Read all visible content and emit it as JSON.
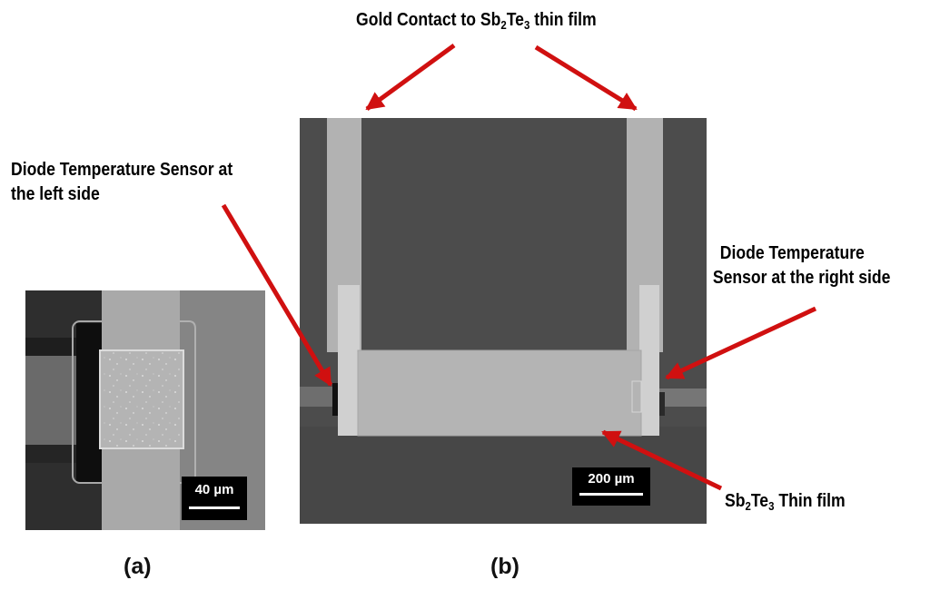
{
  "labels": {
    "gold_contact_prefix": "Gold Contact to Sb",
    "gold_contact_sub1": "2",
    "gold_contact_mid": "Te",
    "gold_contact_sub2": "3",
    "gold_contact_suffix": " thin film",
    "left_sensor_line1": "Diode Temperature Sensor at",
    "left_sensor_line2": "the left side",
    "right_sensor_line1": "Diode Temperature",
    "right_sensor_line2": "Sensor at the right side",
    "thin_film_prefix": "Sb",
    "thin_film_sub1": "2",
    "thin_film_mid": "Te",
    "thin_film_sub2": "3",
    "thin_film_suffix": " Thin film"
  },
  "panels": {
    "a": {
      "letter": "(a)",
      "scale_label": "40 µm"
    },
    "b": {
      "letter": "(b)",
      "scale_label": "200 µm"
    }
  },
  "colors": {
    "arrow": "#d01010"
  }
}
